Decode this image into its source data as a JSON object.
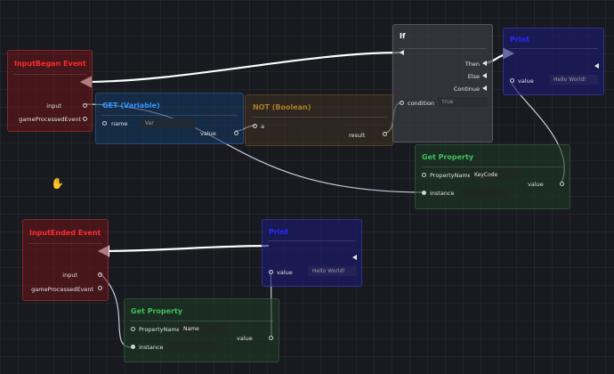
{
  "nodes": {
    "input_began": {
      "title": "InputBegan Event",
      "input": "input",
      "game_processed": "gameProcessedEvent"
    },
    "get_var": {
      "title": "GET (Variable)",
      "name_label": "name",
      "name_value": "Var",
      "value_label": "value"
    },
    "not_bool": {
      "title": "NOT (Boolean)",
      "a_label": "a",
      "result_label": "result"
    },
    "if_node": {
      "title": "If",
      "then_label": "Then",
      "else_label": "Else",
      "continue_label": "Continue",
      "condition_label": "condition",
      "condition_value": "true"
    },
    "print1": {
      "title": "Print",
      "value_label": "value",
      "value_placeholder": "Hello World!"
    },
    "get_prop1": {
      "title": "Get Property",
      "prop_label": "PropertyName",
      "prop_value": "KeyCode",
      "instance_label": "instance",
      "value_label": "value"
    },
    "input_ended": {
      "title": "InputEnded Event",
      "input": "input",
      "game_processed": "gameProcessedEvent"
    },
    "print2": {
      "title": "Print",
      "value_label": "value",
      "value_placeholder": "Hello World!"
    },
    "get_prop2": {
      "title": "Get Property",
      "prop_label": "PropertyName",
      "prop_value": "Name",
      "instance_label": "instance",
      "value_label": "value"
    }
  },
  "colors": {
    "event_red": "#ff2b2b",
    "get_blue": "#3399ff",
    "not_orange": "#b07a2a",
    "print_blue": "#2a2aff",
    "property_green": "#3fbf5a",
    "if_white": "#ffffff"
  },
  "icons": {
    "cursor": "hand-cursor-icon"
  }
}
